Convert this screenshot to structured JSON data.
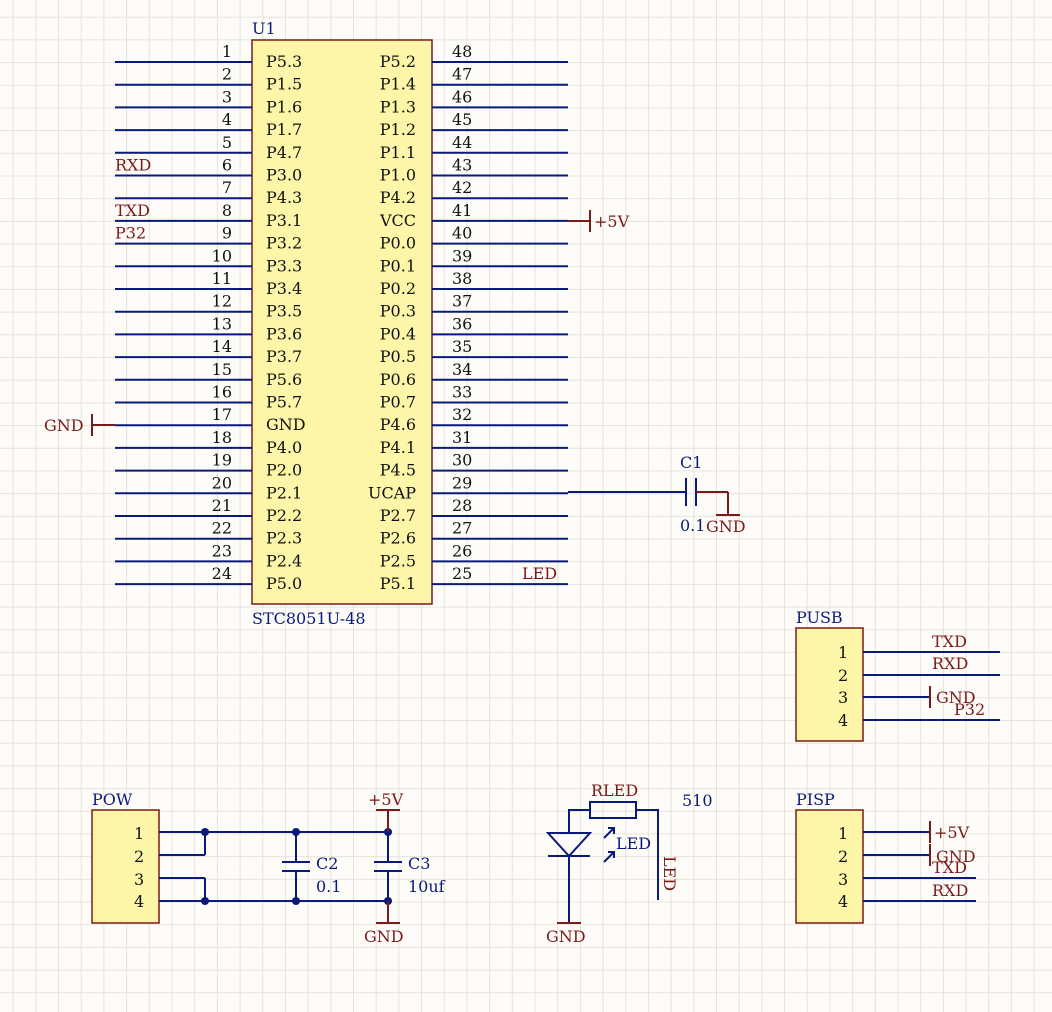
{
  "u1": {
    "designator": "U1",
    "part": "STC8051U-48",
    "left_pins": [
      {
        "num": "1",
        "name": "P5.3"
      },
      {
        "num": "2",
        "name": "P1.5"
      },
      {
        "num": "3",
        "name": "P1.6"
      },
      {
        "num": "4",
        "name": "P1.7"
      },
      {
        "num": "5",
        "name": "P4.7"
      },
      {
        "num": "6",
        "name": "P3.0"
      },
      {
        "num": "7",
        "name": "P4.3"
      },
      {
        "num": "8",
        "name": "P3.1"
      },
      {
        "num": "9",
        "name": "P3.2"
      },
      {
        "num": "10",
        "name": "P3.3"
      },
      {
        "num": "11",
        "name": "P3.4"
      },
      {
        "num": "12",
        "name": "P3.5"
      },
      {
        "num": "13",
        "name": "P3.6"
      },
      {
        "num": "14",
        "name": "P3.7"
      },
      {
        "num": "15",
        "name": "P5.6"
      },
      {
        "num": "16",
        "name": "P5.7"
      },
      {
        "num": "17",
        "name": "GND"
      },
      {
        "num": "18",
        "name": "P4.0"
      },
      {
        "num": "19",
        "name": "P2.0"
      },
      {
        "num": "20",
        "name": "P2.1"
      },
      {
        "num": "21",
        "name": "P2.2"
      },
      {
        "num": "22",
        "name": "P2.3"
      },
      {
        "num": "23",
        "name": "P2.4"
      },
      {
        "num": "24",
        "name": "P5.0"
      }
    ],
    "right_pins": [
      {
        "num": "48",
        "name": "P5.2"
      },
      {
        "num": "47",
        "name": "P1.4"
      },
      {
        "num": "46",
        "name": "P1.3"
      },
      {
        "num": "45",
        "name": "P1.2"
      },
      {
        "num": "44",
        "name": "P1.1"
      },
      {
        "num": "43",
        "name": "P1.0"
      },
      {
        "num": "42",
        "name": "P4.2"
      },
      {
        "num": "41",
        "name": "VCC"
      },
      {
        "num": "40",
        "name": "P0.0"
      },
      {
        "num": "39",
        "name": "P0.1"
      },
      {
        "num": "38",
        "name": "P0.2"
      },
      {
        "num": "37",
        "name": "P0.3"
      },
      {
        "num": "36",
        "name": "P0.4"
      },
      {
        "num": "35",
        "name": "P0.5"
      },
      {
        "num": "34",
        "name": "P0.6"
      },
      {
        "num": "33",
        "name": "P0.7"
      },
      {
        "num": "32",
        "name": "P4.6"
      },
      {
        "num": "31",
        "name": "P4.1"
      },
      {
        "num": "30",
        "name": "P4.5"
      },
      {
        "num": "29",
        "name": "UCAP"
      },
      {
        "num": "28",
        "name": "P2.7"
      },
      {
        "num": "27",
        "name": "P2.6"
      },
      {
        "num": "26",
        "name": "P2.5"
      },
      {
        "num": "25",
        "name": "P5.1"
      }
    ],
    "left_nets": {
      "6": "RXD",
      "8": "TXD",
      "9": "P32"
    },
    "gnd_label": "GND",
    "vcc_label": "+5V",
    "led_net": "LED"
  },
  "c1": {
    "designator": "C1",
    "value": "0.1",
    "gnd": "GND"
  },
  "pusb": {
    "designator": "PUSB",
    "pins": [
      {
        "num": "1",
        "net": "TXD"
      },
      {
        "num": "2",
        "net": "RXD"
      },
      {
        "num": "3",
        "net": "GND"
      },
      {
        "num": "4",
        "net": "P32"
      }
    ]
  },
  "pow": {
    "designator": "POW",
    "pins": [
      "1",
      "2",
      "3",
      "4"
    ],
    "vcc": "+5V",
    "gnd": "GND",
    "c2": {
      "designator": "C2",
      "value": "0.1"
    },
    "c3": {
      "designator": "C3",
      "value": "10uf"
    }
  },
  "led": {
    "resistor": "RLED",
    "resistor_value": "510",
    "diode": "LED",
    "net": "LED",
    "gnd": "GND"
  },
  "pisp": {
    "designator": "PISP",
    "pins": [
      {
        "num": "1",
        "net": "+5V"
      },
      {
        "num": "2",
        "net": "GND"
      },
      {
        "num": "3",
        "net": "TXD"
      },
      {
        "num": "4",
        "net": "RXD"
      }
    ]
  },
  "colors": {
    "wire": "#0a1a7a",
    "power": "#7a1a1a",
    "body": "#fdf6a8"
  }
}
